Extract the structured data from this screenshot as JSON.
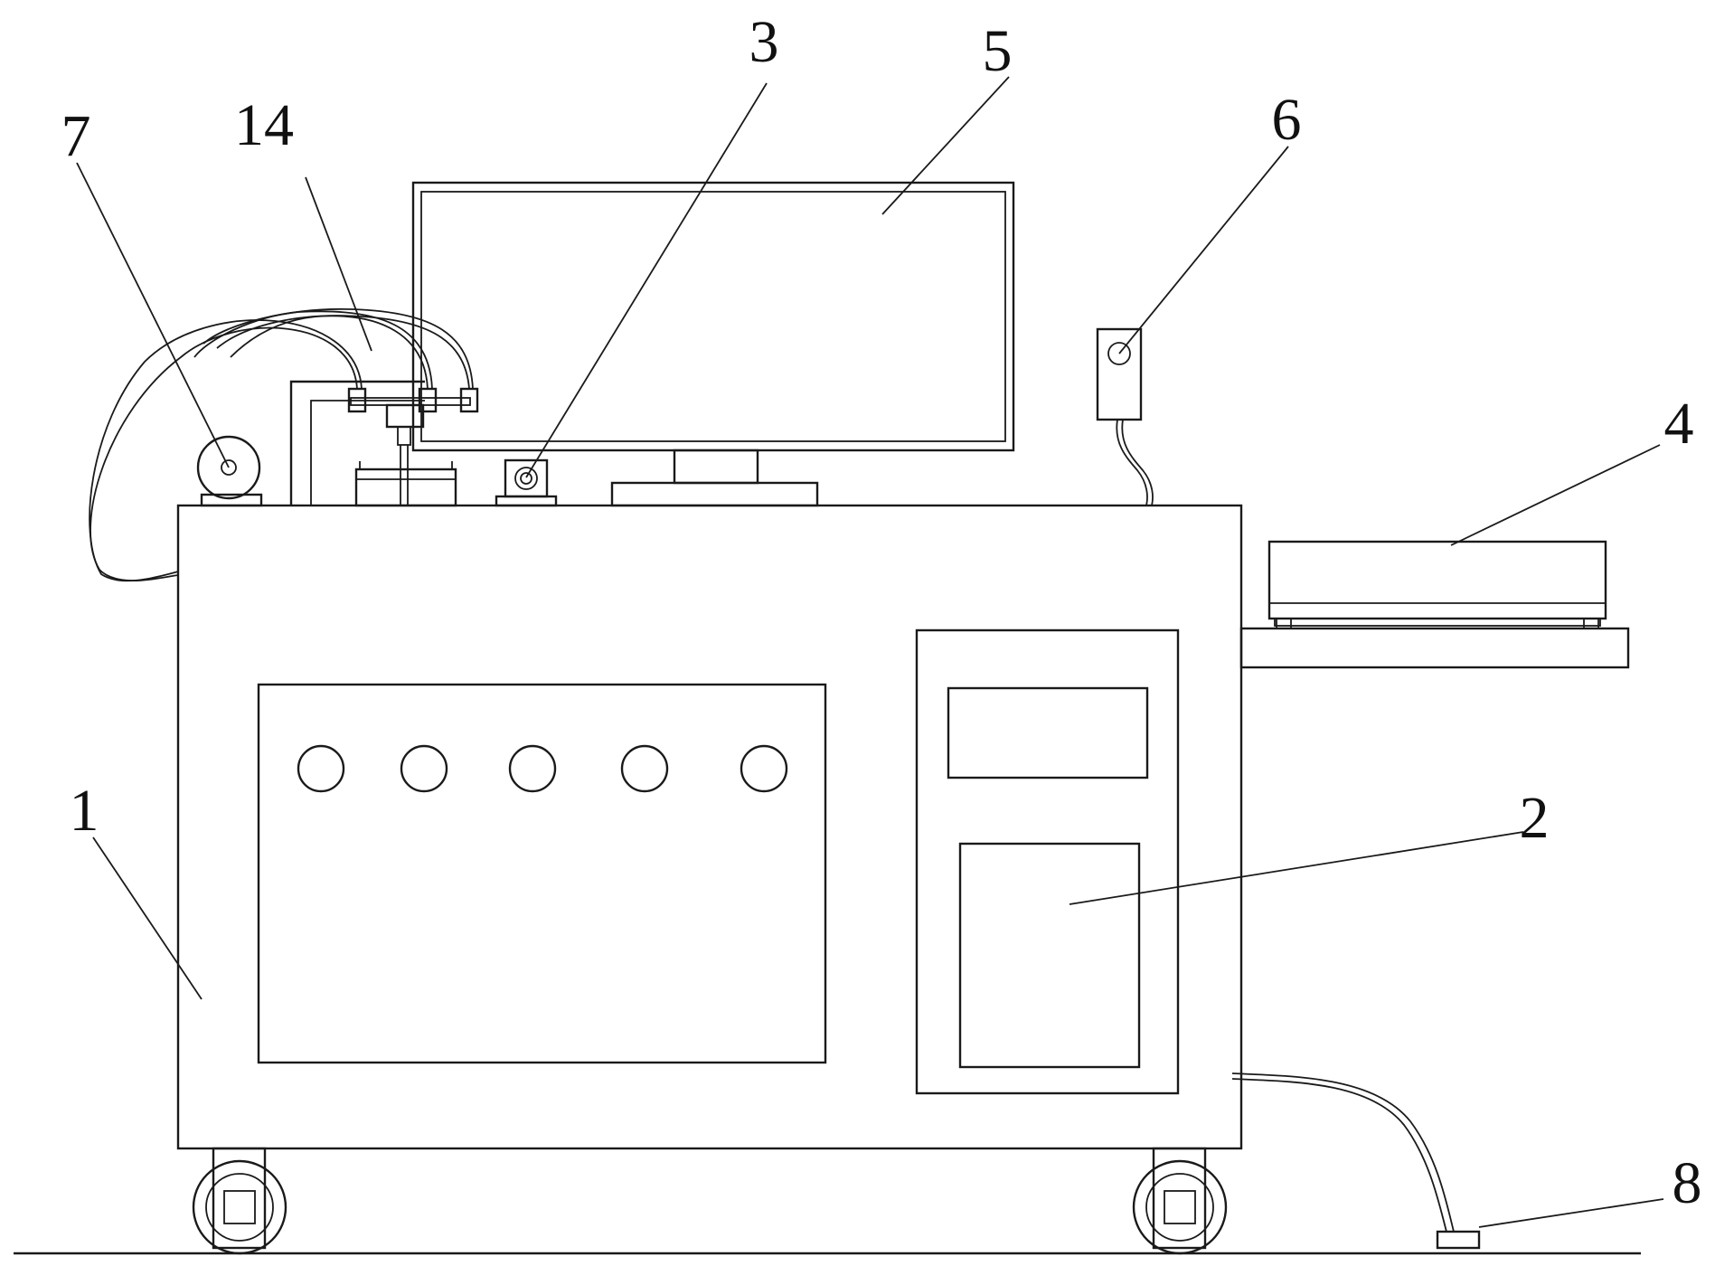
{
  "diagram": {
    "callouts": [
      {
        "id": "1",
        "label": "1"
      },
      {
        "id": "2",
        "label": "2"
      },
      {
        "id": "3",
        "label": "3"
      },
      {
        "id": "4",
        "label": "4"
      },
      {
        "id": "5",
        "label": "5"
      },
      {
        "id": "6",
        "label": "6"
      },
      {
        "id": "7",
        "label": "7"
      },
      {
        "id": "8",
        "label": "8"
      },
      {
        "id": "14",
        "label": "14"
      }
    ]
  }
}
